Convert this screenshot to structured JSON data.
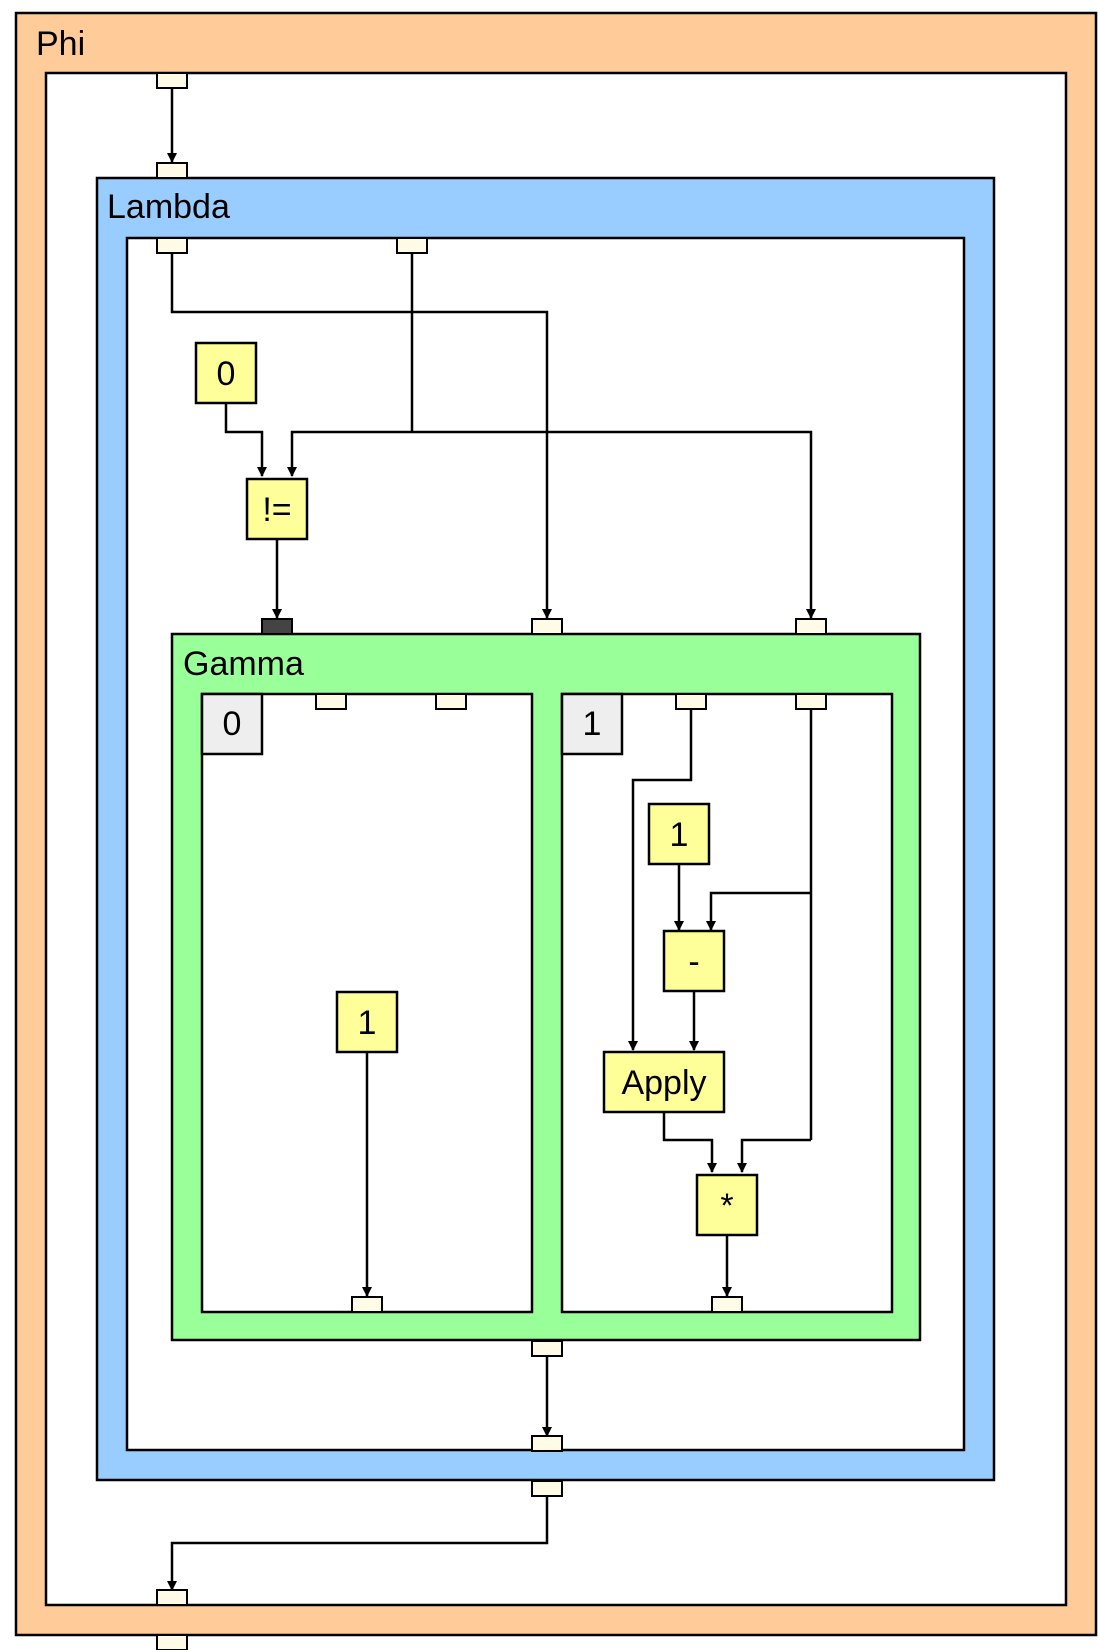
{
  "colors": {
    "phi": "#ffcc99",
    "lambda": "#99ccff",
    "gamma": "#99ff99",
    "node": "#ffff99",
    "branch_tag": "#eeeeee",
    "inner": "#ffffff"
  },
  "regions": {
    "phi": {
      "label": "Phi"
    },
    "lambda": {
      "label": "Lambda"
    },
    "gamma": {
      "label": "Gamma"
    },
    "branch0": {
      "tag": "0"
    },
    "branch1": {
      "tag": "1"
    }
  },
  "nodes": {
    "const_zero": "0",
    "neq": "!=",
    "b0_const_one": "1",
    "b1_const_one": "1",
    "minus": "-",
    "apply": "Apply",
    "multiply": "*"
  }
}
